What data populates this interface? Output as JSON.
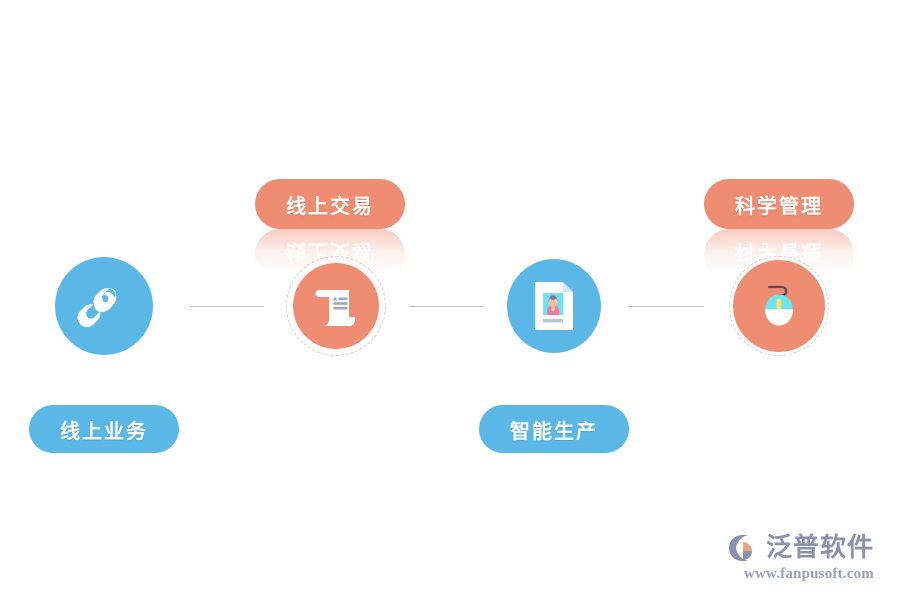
{
  "diagram": {
    "title": "",
    "background_color": "#ffffff",
    "palette": {
      "blue": "#5bb7e5",
      "orange": "#ee8d72",
      "connector": "#b9bcbf",
      "dashed_ring": "#cfd2d4",
      "label_text": "#ffffff"
    },
    "nodes": [
      {
        "id": "node-1",
        "icon": "chain-link-icon",
        "circle_color": "#5bb7e5",
        "dashed_ring": false,
        "label": "线上业务",
        "label_color": "#5bb7e5",
        "label_position": "below",
        "has_reflection": false
      },
      {
        "id": "node-2",
        "icon": "scroll-document-icon",
        "circle_color": "#ee8d72",
        "dashed_ring": true,
        "label": "线上交易",
        "label_color": "#ee8d72",
        "label_position": "above",
        "has_reflection": true
      },
      {
        "id": "node-3",
        "icon": "id-card-document-icon",
        "circle_color": "#5bb7e5",
        "dashed_ring": false,
        "label": "智能生产",
        "label_color": "#5bb7e5",
        "label_position": "below",
        "has_reflection": false
      },
      {
        "id": "node-4",
        "icon": "computer-mouse-icon",
        "circle_color": "#ee8d72",
        "dashed_ring": true,
        "label": "科学管理",
        "label_color": "#ee8d72",
        "label_position": "above",
        "has_reflection": true
      }
    ],
    "connectors": [
      {
        "from": "node-1",
        "to": "node-2"
      },
      {
        "from": "node-2",
        "to": "node-3"
      },
      {
        "from": "node-3",
        "to": "node-4"
      }
    ]
  },
  "watermark": {
    "brand": "泛普软件",
    "url": "www.fanpusoft.com",
    "brand_color": "#8b90ad",
    "url_color": "#9ba0b8"
  }
}
